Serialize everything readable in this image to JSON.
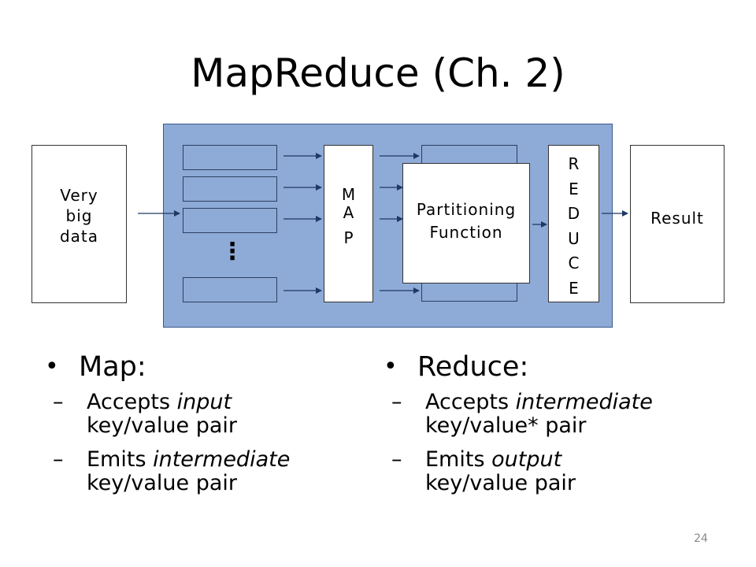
{
  "title": "MapReduce (Ch. 2)",
  "diagram": {
    "input_label_lines": [
      "Very",
      "big",
      "data"
    ],
    "map_letters": [
      "M",
      "A",
      "P"
    ],
    "partition_label_lines": [
      "Partitioning",
      "Function"
    ],
    "reduce_letters": [
      "R",
      "E",
      "D",
      "U",
      "C",
      "E"
    ],
    "result_label": "Result",
    "ellipsis": "⋮"
  },
  "map_section": {
    "heading": "Map:",
    "items": [
      {
        "prefix": "Accepts ",
        "emph": "input",
        "rest_line1": "",
        "line2": "key/value pair"
      },
      {
        "prefix": "Emits ",
        "emph": "intermediate",
        "rest_line1": "",
        "line2": "key/value pair"
      }
    ]
  },
  "reduce_section": {
    "heading": "Reduce:",
    "items": [
      {
        "prefix": "Accepts ",
        "emph": "intermediate",
        "rest_line1": "",
        "line2": "key/value* pair"
      },
      {
        "prefix": "Emits ",
        "emph": "output",
        "rest_line1": "",
        "line2": "key/value pair"
      }
    ]
  },
  "page_number": "24",
  "colors": {
    "panel": "#8eaad6",
    "panel_border": "#3c5a8c",
    "arrow": "#1f3864"
  }
}
